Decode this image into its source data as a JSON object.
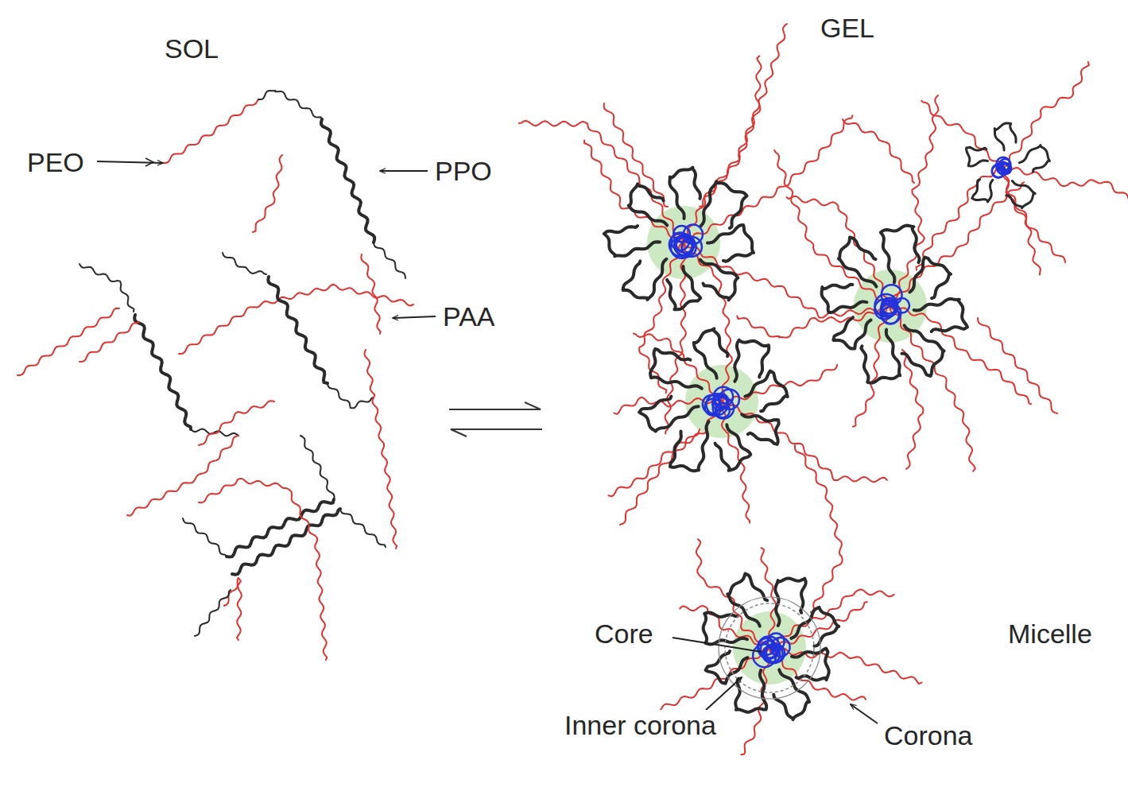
{
  "diagram": {
    "labels": [
      "SOL",
      "GEL",
      "PEO",
      "PPO",
      "PAA",
      "Core",
      "Inner corona",
      "Corona",
      "Micelle"
    ]
  }
}
